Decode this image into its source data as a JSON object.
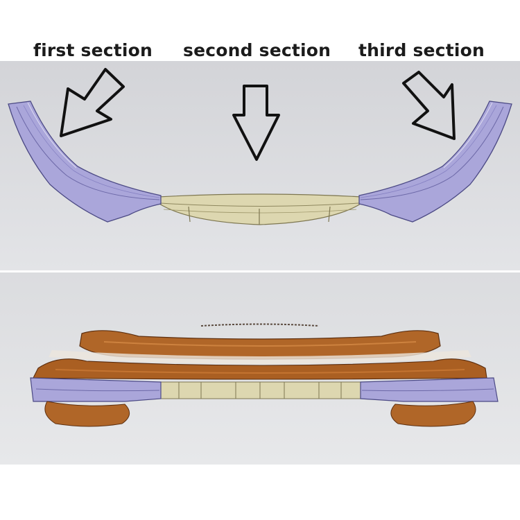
{
  "labels": {
    "first": "first section",
    "second": "second section",
    "third": "third section"
  },
  "colors": {
    "side_sections": "#aaa6da",
    "center_section": "#ddd7b0",
    "scan_mesh": "#b36a2b",
    "arrow_outline": "#111111"
  }
}
